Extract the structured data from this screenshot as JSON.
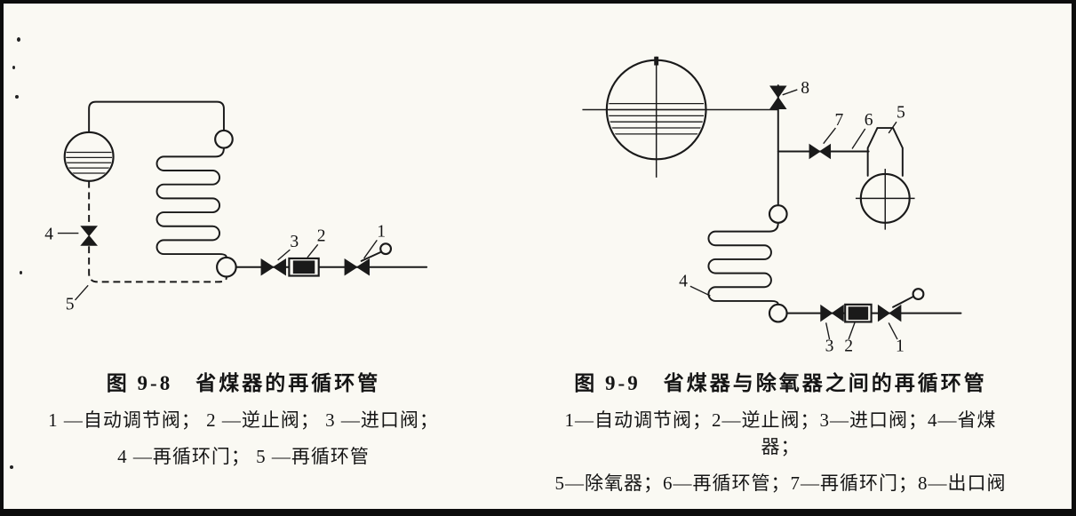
{
  "page": {
    "background": "#faf9f3",
    "ink": "#1a1a1a"
  },
  "figure_left": {
    "title": "图 9-8　省煤器的再循环管",
    "legend_line1": "1 —自动调节阀； 2 —逆止阀； 3 —进口阀；",
    "legend_line2": "4 —再循环门； 5 —再循环管",
    "labels": {
      "n1": "1",
      "n2": "2",
      "n3": "3",
      "n4": "4",
      "n5": "5"
    }
  },
  "figure_right": {
    "title": "图 9-9　省煤器与除氧器之间的再循环管",
    "legend_line1": "1—自动调节阀；2—逆止阀；3—进口阀；4—省煤器；",
    "legend_line2": "5—除氧器；6—再循环管；7—再循环门；8—出口阀",
    "labels": {
      "n1": "1",
      "n2": "2",
      "n3": "3",
      "n4": "4",
      "n5": "5",
      "n6": "6",
      "n7": "7",
      "n8": "8"
    }
  }
}
